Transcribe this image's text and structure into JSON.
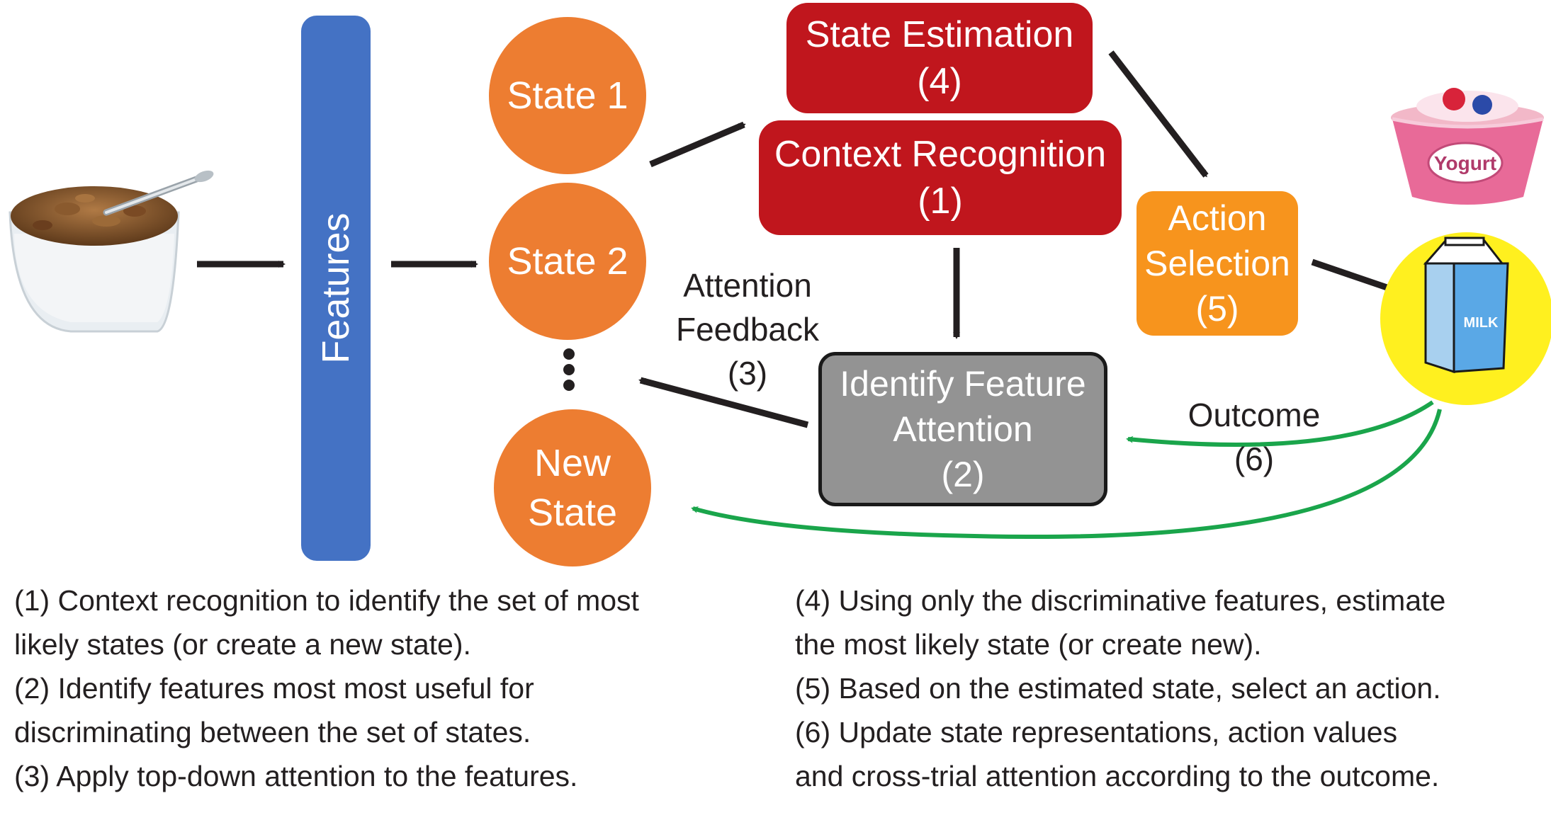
{
  "nodes": {
    "features": "Features",
    "state1": "State 1",
    "state2": "State 2",
    "new_state_line1": "New",
    "new_state_line2": "State",
    "state_estimation": {
      "title": "State Estimation",
      "num": "(4)"
    },
    "context_recognition": {
      "title": "Context Recognition",
      "num": "(1)"
    },
    "action_selection": {
      "line1": "Action",
      "line2": "Selection",
      "num": "(5)"
    },
    "identify_feature": {
      "line1": "Identify Feature",
      "line2": "Attention",
      "num": "(2)"
    }
  },
  "labels": {
    "attention_feedback": {
      "line1": "Attention",
      "line2": "Feedback",
      "num": "(3)"
    },
    "outcome": {
      "line1": "Outcome",
      "num": "(6)"
    }
  },
  "images": {
    "yogurt_text": "Yogurt",
    "milk_text": "MILK"
  },
  "colors": {
    "state_orange": "#ED7D31",
    "red_box": "#C0161D",
    "action_orange": "#F7941D",
    "gray_box": "#939393",
    "features_blue": "#4472C4",
    "outcome_green": "#1AA54B",
    "milk_circle": "#FFF01F"
  },
  "legend": {
    "left": [
      "(1) Context recognition to identify the set of most",
      "likely states (or create a new state).",
      "(2) Identify features most most useful for",
      "discriminating between the set of states.",
      "(3) Apply top-down attention to the features."
    ],
    "right": [
      "(4) Using only the discriminative features, estimate",
      "the most likely state (or create new).",
      "(5) Based on the estimated state, select an action.",
      "(6) Update state representations, action values",
      "and cross-trial attention according to the outcome."
    ]
  }
}
